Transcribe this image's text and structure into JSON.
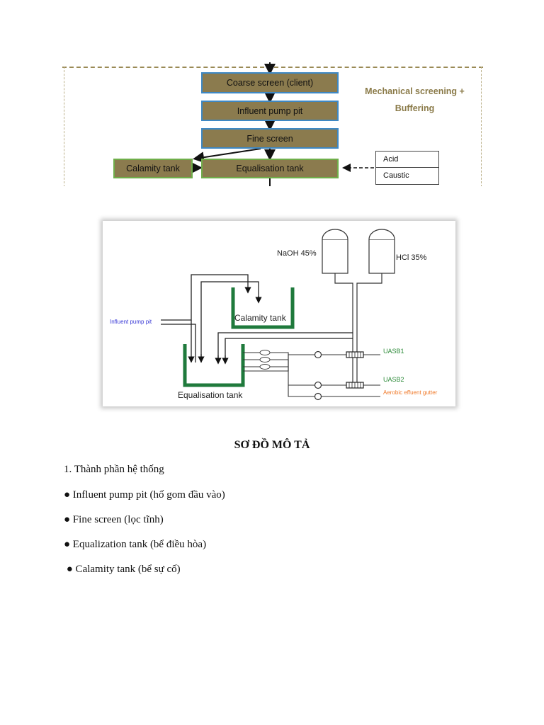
{
  "flow_diagram": {
    "boxes": {
      "coarse_screen": "Coarse screen (client)",
      "influent_pump_pit": "Influent pump pit",
      "fine_screen": "Fine screen",
      "calamity_tank": "Calamity tank",
      "equalisation_tank": "Equalisation tank"
    },
    "note_line1": "Mechanical screening +",
    "note_line2": "Buffering",
    "chemicals": [
      "Acid",
      "Caustic"
    ]
  },
  "schematic": {
    "naoh": "NaOH 45%",
    "hcl": "HCl 35%",
    "influent": "Influent pump pit",
    "calamity_tank": "Calamity tank",
    "equalisation_tank": "Equalisation tank",
    "uasb1": "UASB1",
    "uasb2": "UASB2",
    "aerobic": "Aerobic effuent gutter",
    "colors": {
      "tank": "#1f7a3c",
      "uasb_label": "#2e8b3a",
      "influent_label": "#3a3ad6",
      "aerobic_label": "#f07a2a"
    }
  },
  "doc": {
    "title": "SƠ ĐỒ MÔ TẢ",
    "section": "1. Thành phần hệ thống",
    "bullets": [
      "● Influent pump pit (hố gom đầu vào)",
      "● Fine screen (lọc tĩnh)",
      "● Equalization tank (bể điều hòa)",
      " ● Calamity tank (bể sự cố)"
    ]
  }
}
